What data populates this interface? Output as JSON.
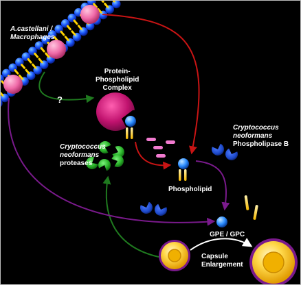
{
  "labels": {
    "host_line1": "A.castellani /",
    "host_line2": "Macrophages",
    "complex_line1": "Protein-",
    "complex_line2": "Phospholipid",
    "complex_line3": "Complex",
    "unknown_mark": "?",
    "phospholipase_line1": "Cryptococcus",
    "phospholipase_line2": "neoformans",
    "phospholipase_line3": "Phospholipase B",
    "protease_line1": "Cryptococcus",
    "protease_line2": "neoformans",
    "protease_line3": "proteases",
    "phospholipid": "Phospholipid",
    "gpe_gpc": "GPE / GPC",
    "capsule_line1": "Capsule",
    "capsule_line2": "Enlargement"
  },
  "colors": {
    "background": "#000000",
    "membrane_head": "#1a3cff",
    "membrane_tail": "#ffd400",
    "host_protein": "#f06aa8",
    "complex": "#c0126e",
    "phospholipase": "#1c48c8",
    "protease": "#2bb52b",
    "fragment": "#f27bd0",
    "phospholipid_head": "#2a8cff",
    "tail": "#f5b800",
    "yeast_outer": "#f0b000",
    "yeast_capsule": "#7a1a8c",
    "arrow_red": "#c81414",
    "arrow_green": "#1f7a1f",
    "arrow_purple": "#7a1a8c",
    "arrow_white": "#ffffff"
  },
  "icons": {
    "host_membrane": "lipid-bilayer-icon",
    "host_protein": "membrane-protein-icon",
    "complex": "protein-phospholipid-complex-icon",
    "phospholipase": "phospholipase-pacman-icon",
    "protease": "protease-pacman-icon",
    "phospholipid": "phospholipid-molecule-icon",
    "fatty_acid": "fatty-acid-tail-icon",
    "yeast": "cryptococcus-cell-icon"
  }
}
